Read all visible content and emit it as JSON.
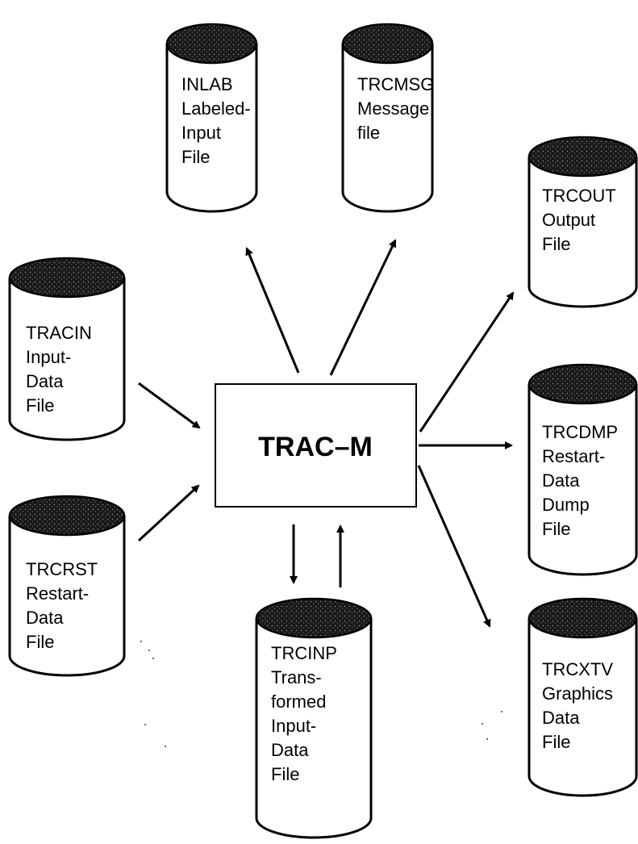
{
  "diagram": {
    "center": {
      "label": "TRAC–M"
    },
    "files": [
      {
        "id": "inlab",
        "lines": [
          "INLAB",
          "Labeled-",
          "Input",
          "File"
        ]
      },
      {
        "id": "trcmsg",
        "lines": [
          "TRCMSG",
          "Message",
          "file"
        ]
      },
      {
        "id": "trcout",
        "lines": [
          "TRCOUT",
          "Output",
          "File"
        ]
      },
      {
        "id": "tracin",
        "lines": [
          "TRACIN",
          "Input-",
          "Data",
          "File"
        ]
      },
      {
        "id": "trcdmp",
        "lines": [
          "TRCDMP",
          "Restart-",
          "Data",
          "Dump",
          "File"
        ]
      },
      {
        "id": "trcrst",
        "lines": [
          "TRCRST",
          "Restart-",
          "Data",
          "File"
        ]
      },
      {
        "id": "trcinp",
        "lines": [
          "TRCINP",
          "Trans-",
          "formed",
          "Input-",
          "Data",
          "File"
        ]
      },
      {
        "id": "trcxtv",
        "lines": [
          "TRCXTV",
          "Graphics",
          "Data",
          "File"
        ]
      }
    ],
    "flows": [
      {
        "from": "center",
        "to": "inlab"
      },
      {
        "from": "center",
        "to": "trcmsg"
      },
      {
        "from": "center",
        "to": "trcout"
      },
      {
        "from": "tracin",
        "to": "center"
      },
      {
        "from": "center",
        "to": "trcdmp"
      },
      {
        "from": "trcrst",
        "to": "center"
      },
      {
        "from": "center",
        "to": "trcinp"
      },
      {
        "from": "trcinp",
        "to": "center"
      },
      {
        "from": "center",
        "to": "trcxtv"
      }
    ]
  }
}
